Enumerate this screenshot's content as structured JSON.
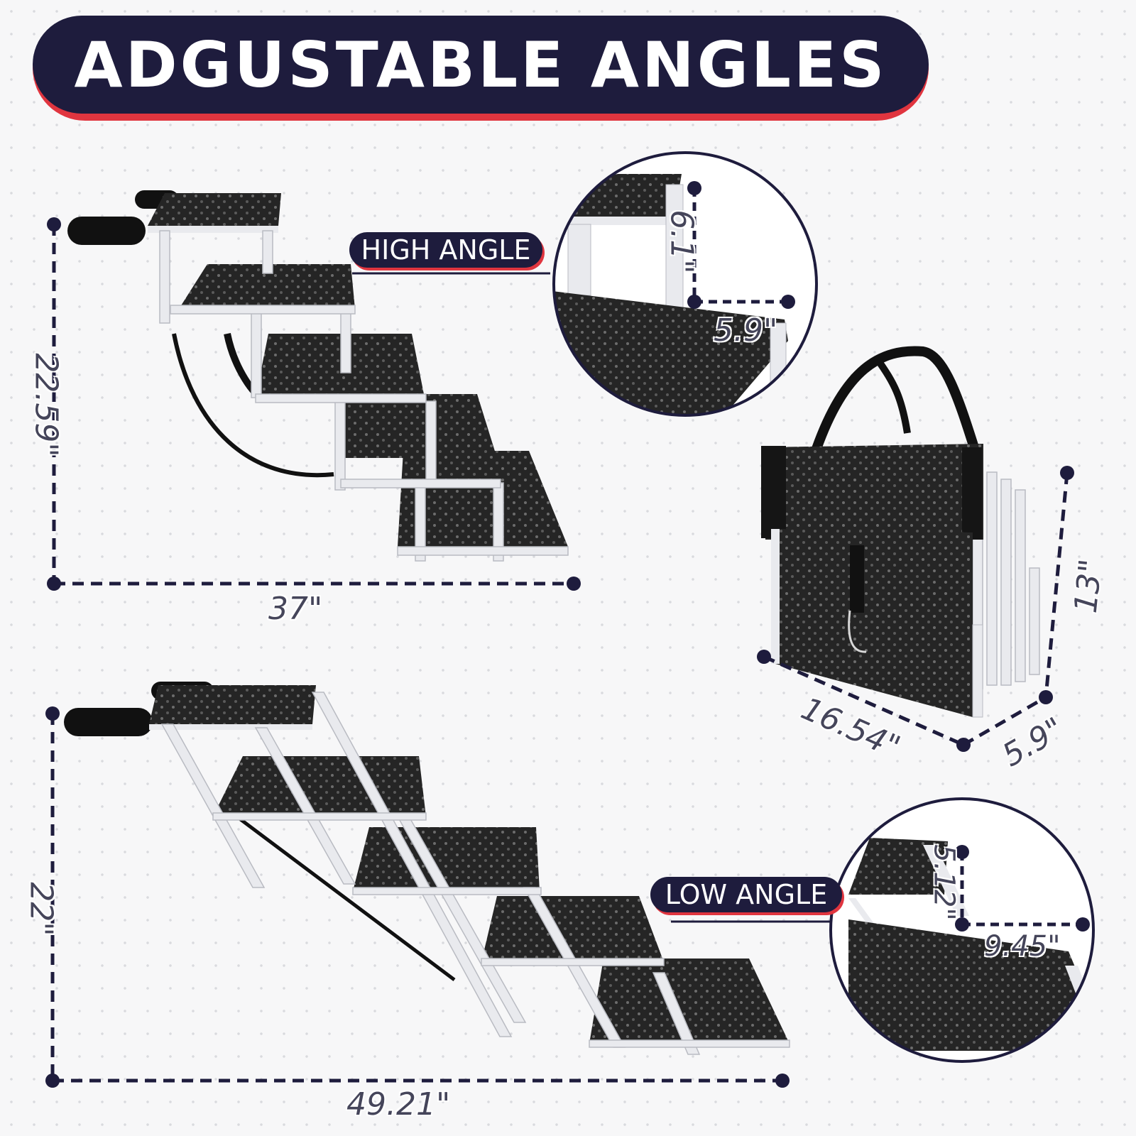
{
  "title": "ADGUSTABLE ANGLES",
  "labels": {
    "high_angle": "HIGH ANGLE",
    "low_angle": "LOW ANGLE"
  },
  "dimensions": {
    "high_height": "22.59\"",
    "high_length": "37\"",
    "high_step_rise": "6.1\"",
    "high_step_depth": "5.9\"",
    "folded_height": "13\"",
    "folded_width": "16.54\"",
    "folded_depth": "5.9\"",
    "low_height": "22\"",
    "low_length": "49.21\"",
    "low_step_rise": "5.12\"",
    "low_step_depth": "9.45\""
  },
  "colors": {
    "banner": "#1e1c3d",
    "accent": "#e0353f",
    "dimension_line": "#1e1c3d",
    "step_surface": "#262626",
    "frame": "#e9eaee"
  }
}
